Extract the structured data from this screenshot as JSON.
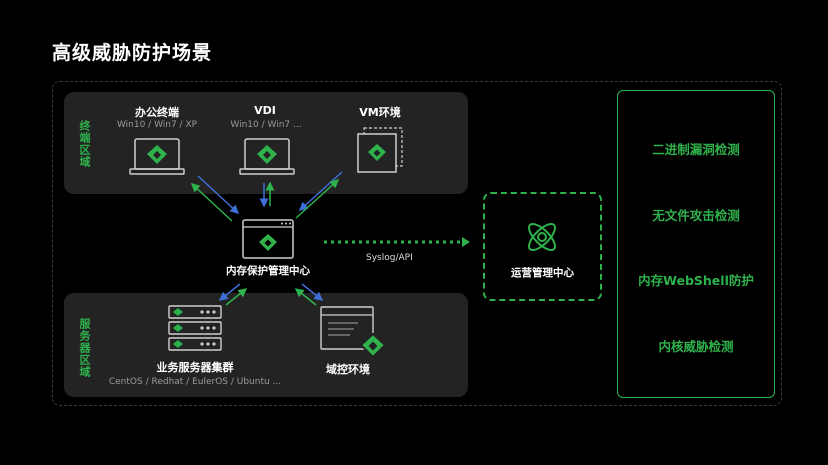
{
  "title": "高级威胁防护场景",
  "terminal_zone": {
    "label": "终端区域",
    "devices": [
      {
        "name": "办公终端",
        "os": "Win10 / Win7 / XP"
      },
      {
        "name": "VDI",
        "os": "Win10 / Win7 ..."
      },
      {
        "name": "VM环境"
      }
    ]
  },
  "center": {
    "label": "内存保护管理中心"
  },
  "syslog": {
    "label": "Syslog/API"
  },
  "ops_center": {
    "label": "运营管理中心"
  },
  "server_zone": {
    "label": "服务器区域",
    "devices": [
      {
        "name": "业务服务器集群",
        "os": "CentOS / Redhat / EulerOS / Ubuntu ..."
      },
      {
        "name": "域控环境"
      }
    ]
  },
  "features": [
    "二进制漏洞检测",
    "无文件攻击检测",
    "内存WebShell防护",
    "内核威胁检测"
  ],
  "colors": {
    "accent": "#2fb24c",
    "arrow_blue": "#3e6fd8",
    "zone_bg": "#232323"
  }
}
